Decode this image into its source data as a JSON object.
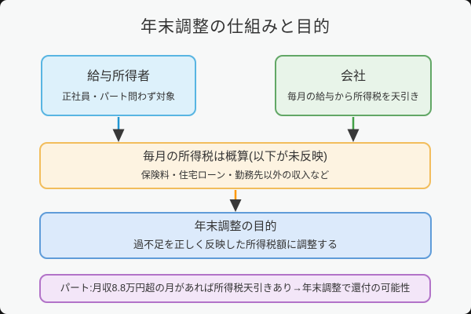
{
  "title": "年末調整の仕組みと目的",
  "nodes": {
    "employee": {
      "heading": "給与所得者",
      "subtext": "正社員・パート問わず対象"
    },
    "company": {
      "heading": "会社",
      "subtext": "毎月の給与から所得税を天引き"
    },
    "estimate": {
      "heading": "毎月の所得税は概算(以下が未反映)",
      "subtext": "保険料・住宅ローン・勤務先以外の収入など"
    },
    "purpose": {
      "heading": "年末調整の目的",
      "subtext": "過不足を正しく反映した所得税額に調整する"
    },
    "note": {
      "text": "パート:月収8.8万円超の月があれば所得税天引きあり→年末調整で還付の可能性"
    }
  },
  "arrows": [
    {
      "name": "employee-to-estimate",
      "color_role": "link_blue"
    },
    {
      "name": "company-to-estimate",
      "color_role": "link_green"
    },
    {
      "name": "estimate-to-purpose",
      "color_role": "link_orange"
    }
  ],
  "colors": {
    "canvas_bg": "#f7f8f8",
    "text": "#333333",
    "employee_fill": "#ddf1fb",
    "employee_border": "#58b5e2",
    "company_fill": "#e8f4e9",
    "company_border": "#62a766",
    "estimate_fill": "#fdf3e1",
    "estimate_border": "#f2bd5c",
    "purpose_fill": "#dceafb",
    "purpose_border": "#5f9cd9",
    "note_fill": "#f3e6f8",
    "note_border": "#b273c8",
    "link_blue": "#2196d3",
    "link_green": "#43a047",
    "link_orange": "#ff9800",
    "arrowhead": "#383838"
  }
}
